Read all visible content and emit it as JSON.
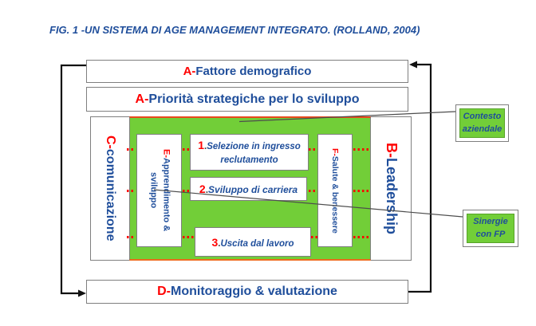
{
  "figure": {
    "title": "FIG. 1 -UN SISTEMA DI AGE MANAGEMENT INTEGRATO. (ROLLAND, 2004)"
  },
  "colors": {
    "accent_blue": "#1f4e9b",
    "accent_red": "#ff0000",
    "green_fill": "#72ce38",
    "border_gray": "#7f7f7f",
    "orange_line": "#ee6a1e",
    "connector_black": "#111111"
  },
  "boxes": {
    "fattore": {
      "prefix": "A-",
      "label": "Fattore demografico"
    },
    "priorita": {
      "prefix": "A-",
      "label": "Priorità strategiche per lo sviluppo"
    },
    "comunicazione": {
      "prefix": "C-",
      "label": "comunicazione"
    },
    "leadership": {
      "prefix": "B-",
      "label": "Leadership"
    },
    "apprendimento": {
      "prefix": "E-",
      "label": "Apprendimento & sviluppo"
    },
    "salute": {
      "prefix": "F-",
      "label": "Salute & benessere"
    },
    "step1": {
      "num": "1",
      "sep": ".",
      "label": "Selezione in ingresso reclutamento"
    },
    "step2": {
      "num": "2",
      "sep": ".",
      "label": "Sviluppo di carriera"
    },
    "step3": {
      "num": "3",
      "sep": ".",
      "label": "Uscita dal lavoro"
    },
    "monitoraggio": {
      "prefix": "D-",
      "label": "Monitoraggio & valutazione"
    },
    "contesto": {
      "label": "Contesto aziendale"
    },
    "sinergie": {
      "label": "Sinergie con FP"
    }
  }
}
